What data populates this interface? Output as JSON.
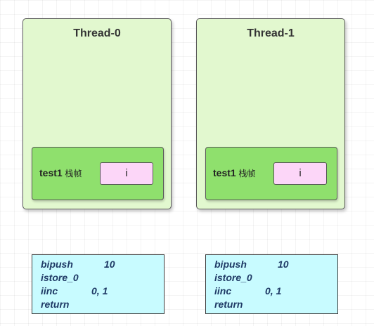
{
  "threads": [
    {
      "title": "Thread-0",
      "frame": {
        "name": "test1",
        "cn_label": "栈帧",
        "local_var": "i"
      },
      "bytecode": [
        {
          "op": "bipush",
          "arg": "10"
        },
        {
          "op": "istore_0",
          "arg": ""
        },
        {
          "op": "iinc",
          "arg": "0, 1"
        },
        {
          "op": "return",
          "arg": ""
        }
      ]
    },
    {
      "title": "Thread-1",
      "frame": {
        "name": "test1",
        "cn_label": "栈帧",
        "local_var": "i"
      },
      "bytecode": [
        {
          "op": "bipush",
          "arg": "10"
        },
        {
          "op": "istore_0",
          "arg": ""
        },
        {
          "op": "iinc",
          "arg": "0, 1"
        },
        {
          "op": "return",
          "arg": ""
        }
      ]
    }
  ],
  "colors": {
    "thread_fill": "#e2f8cf",
    "frame_fill": "#8fe06d",
    "local_var_fill": "#fcd6f8",
    "code_fill": "#c8fbff",
    "code_text": "#1f3a66"
  }
}
